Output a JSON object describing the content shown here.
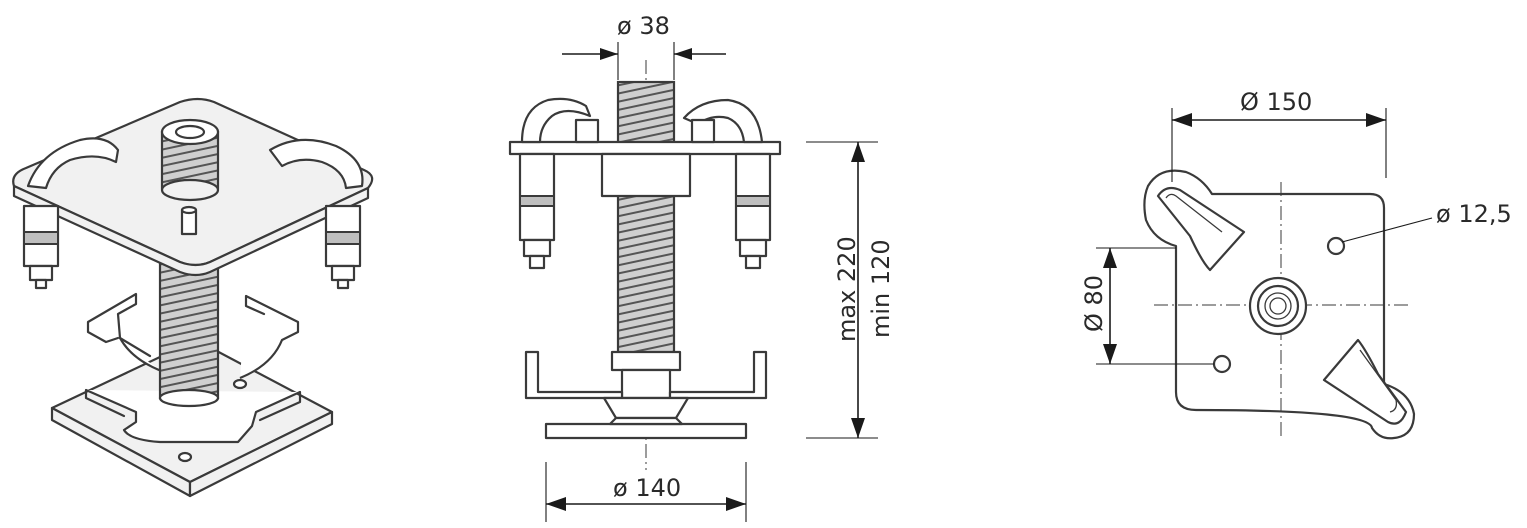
{
  "dimensions": {
    "rod_diameter": "ø 38",
    "base_diameter": "ø 140",
    "height_max": "max 220",
    "height_min": "min 120",
    "plate_width": "Ø 150",
    "hole_spacing": "Ø 80",
    "hole_diameter": "ø 12,5"
  }
}
